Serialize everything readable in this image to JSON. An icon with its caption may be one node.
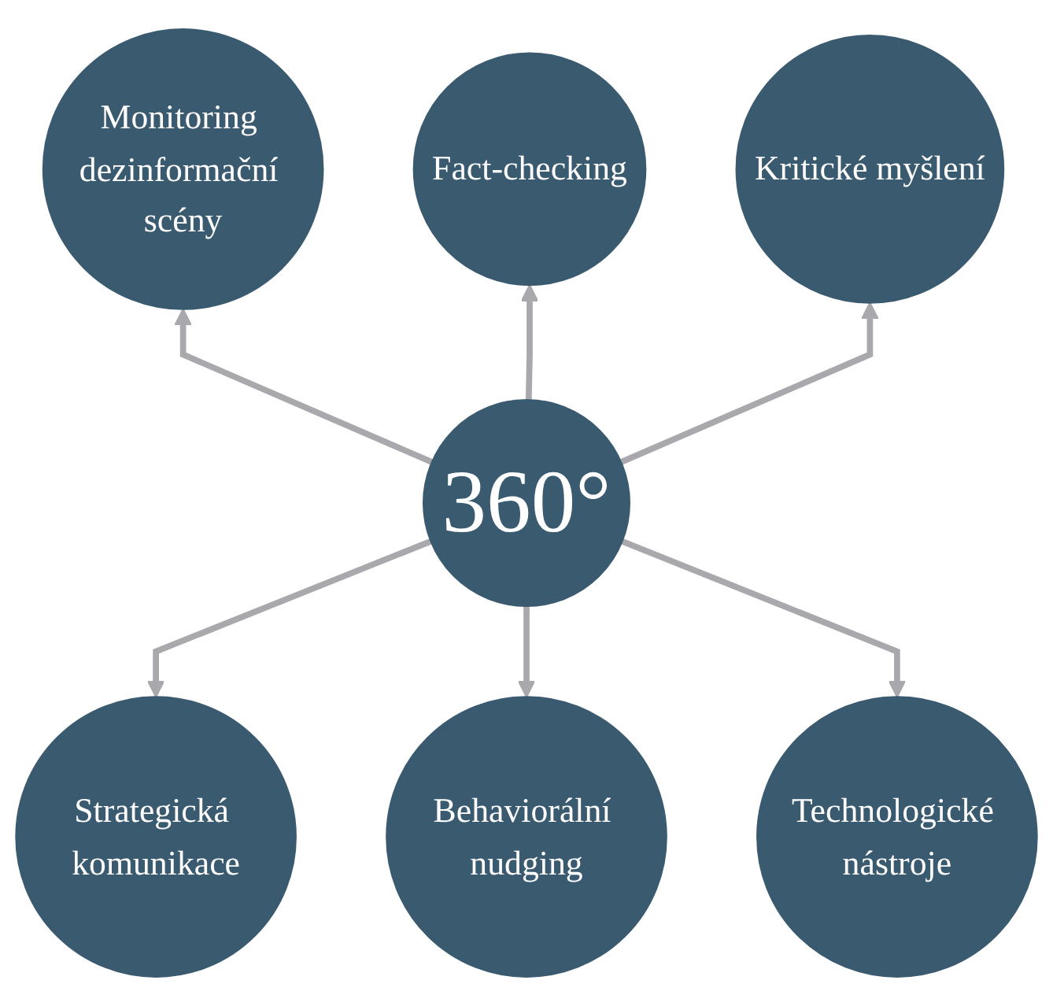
{
  "diagram": {
    "nodes": [
      {
        "text": [
          "360°"
        ]
      },
      {
        "text": [
          "Fact-checking"
        ]
      },
      {
        "text": [
          "Kritické myšlení"
        ]
      },
      {
        "text": [
          "Technologické nástroje"
        ]
      },
      {
        "text": [
          "Behaviorální nudging"
        ]
      },
      {
        "text": [
          "Strategická komunikace"
        ]
      },
      {
        "text": [
          "Monitoring dezinformační scény"
        ]
      }
    ],
    "edges": [
      {
        "from": 0,
        "to": 6,
        "arrow": "to"
      },
      {
        "from": 0,
        "to": 1,
        "arrow": "to"
      },
      {
        "from": 0,
        "to": 2,
        "arrow": "to"
      },
      {
        "from": 0,
        "to": 5,
        "arrow": "to"
      },
      {
        "from": 0,
        "to": 4,
        "arrow": "to"
      },
      {
        "from": 0,
        "to": 3,
        "arrow": "to"
      }
    ]
  }
}
